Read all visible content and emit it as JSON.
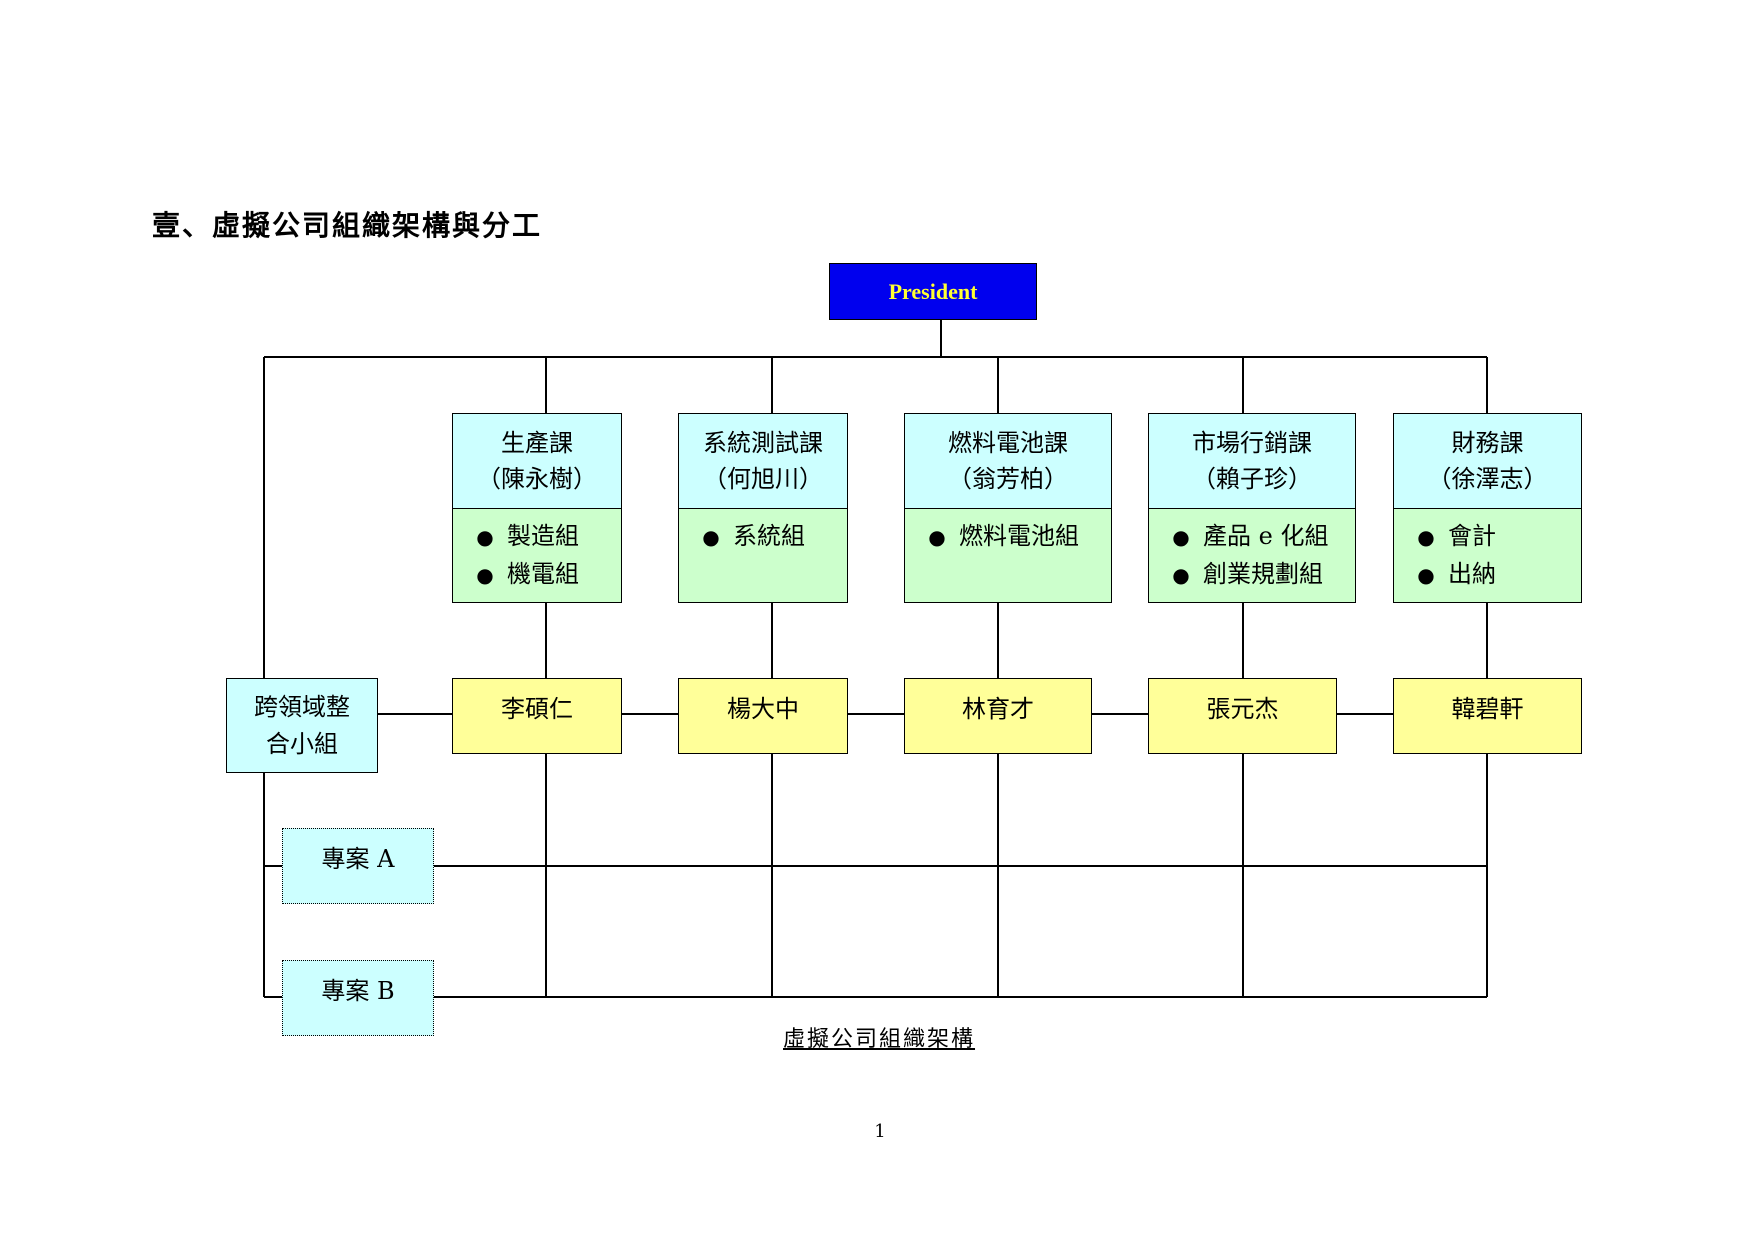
{
  "title": "壹、虛擬公司組織架構與分工",
  "president": "President",
  "departments": [
    {
      "name": "生產課",
      "head": "（陳永樹）",
      "groups": [
        "製造組",
        "機電組"
      ],
      "lead": "李碩仁"
    },
    {
      "name": "系統測試課",
      "head": "（何旭川）",
      "groups": [
        "系統組"
      ],
      "lead": "楊大中"
    },
    {
      "name": "燃料電池課",
      "head": "（翁芳柏）",
      "groups": [
        "燃料電池組"
      ],
      "lead": "林育才"
    },
    {
      "name": "市場行銷課",
      "head": "（賴子珍）",
      "groups": [
        "產品 e 化組",
        "創業規劃組"
      ],
      "lead": "張元杰"
    },
    {
      "name": "財務課",
      "head": "（徐澤志）",
      "groups": [
        "會計",
        "出納"
      ],
      "lead": "韓碧軒"
    }
  ],
  "cross_team": {
    "line1": "跨領域整",
    "line2": "合小組"
  },
  "projects": [
    "專案 A",
    "專案 B"
  ],
  "caption": "虛擬公司組織架構",
  "page_number": "1",
  "colors": {
    "president_bg": "#0000ee",
    "president_text": "#ffff33",
    "dept_head_bg": "#ccffff",
    "dept_body_bg": "#ccffcc",
    "person_bg": "#ffff99",
    "project_bg": "#ccffff"
  }
}
